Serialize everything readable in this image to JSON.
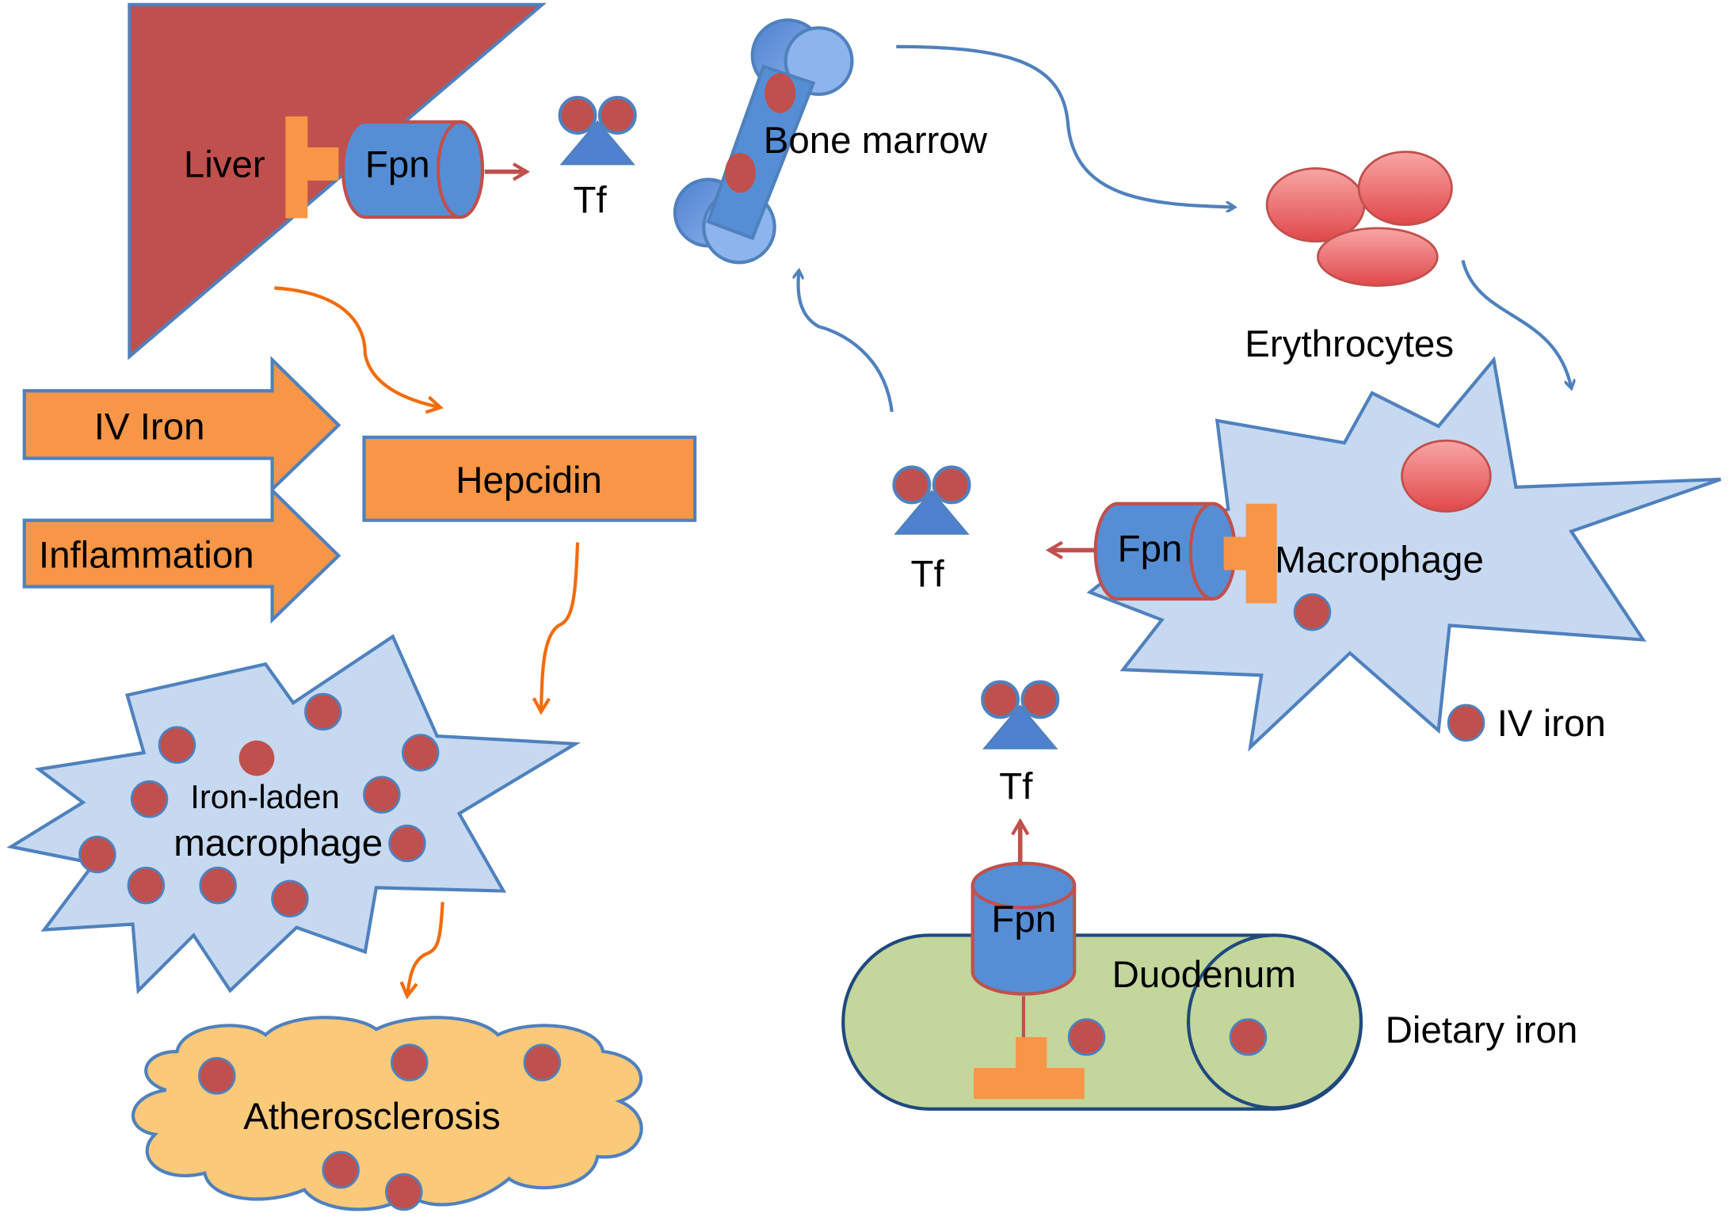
{
  "labels": {
    "liver": "Liver",
    "fpn": "Fpn",
    "tf": "Tf",
    "bone_marrow": "Bone marrow",
    "erythrocytes": "Erythrocytes",
    "iv_iron_arrow": "IV Iron",
    "inflammation": "Inflammation",
    "hepcidin": "Hepcidin",
    "macrophage": "Macrophage",
    "iron_laden_1": "Iron-laden",
    "iron_laden_2": "macrophage",
    "atherosclerosis": "Atherosclerosis",
    "iv_iron_legend": "IV iron",
    "duodenum": "Duodenum",
    "dietary_iron": "Dietary iron"
  },
  "colors": {
    "liver": "#c0504d",
    "blue": "#4f81bd",
    "fpn_fill": "#558ed5",
    "orange": "#f79646",
    "orange_arrow": "#f26c0d",
    "macrophage_fill": "#c6d9f1",
    "iron_dot": "#c0504d",
    "duodenum_fill": "#c3d69b",
    "cloud_fill": "#fac97a",
    "erythrocyte": "#f07c7c"
  }
}
